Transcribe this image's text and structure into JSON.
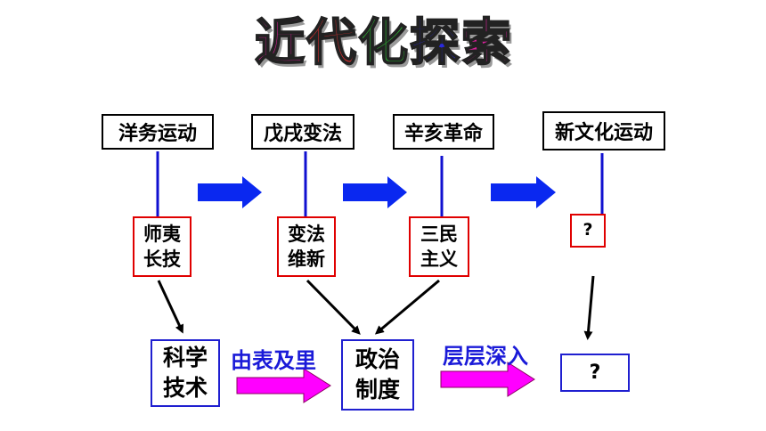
{
  "title": {
    "chars": [
      "近",
      "代",
      "化",
      "探",
      "索"
    ],
    "colors": [
      "#e0209a",
      "#e03030",
      "#2aa830",
      "#2a2ae0",
      "#d8209a"
    ]
  },
  "movements": [
    "洋务运动",
    "戊戌变法",
    "辛亥革命",
    "新文化运动"
  ],
  "ideas": [
    [
      "师夷",
      "长技"
    ],
    [
      "变法",
      "维新"
    ],
    [
      "三民",
      "主义"
    ],
    [
      "?"
    ]
  ],
  "stages": [
    [
      "科学",
      "技术"
    ],
    [
      "政治",
      "制度"
    ],
    [
      "?"
    ]
  ],
  "labels": {
    "surface_to_inside": "由表及里",
    "deeper": "层层深入"
  },
  "colors": {
    "blue_arrow": "#0a28f0",
    "magenta_arrow": "#ff00ff",
    "stage_text": "#1a1ad8",
    "red_border": "#e00000"
  }
}
